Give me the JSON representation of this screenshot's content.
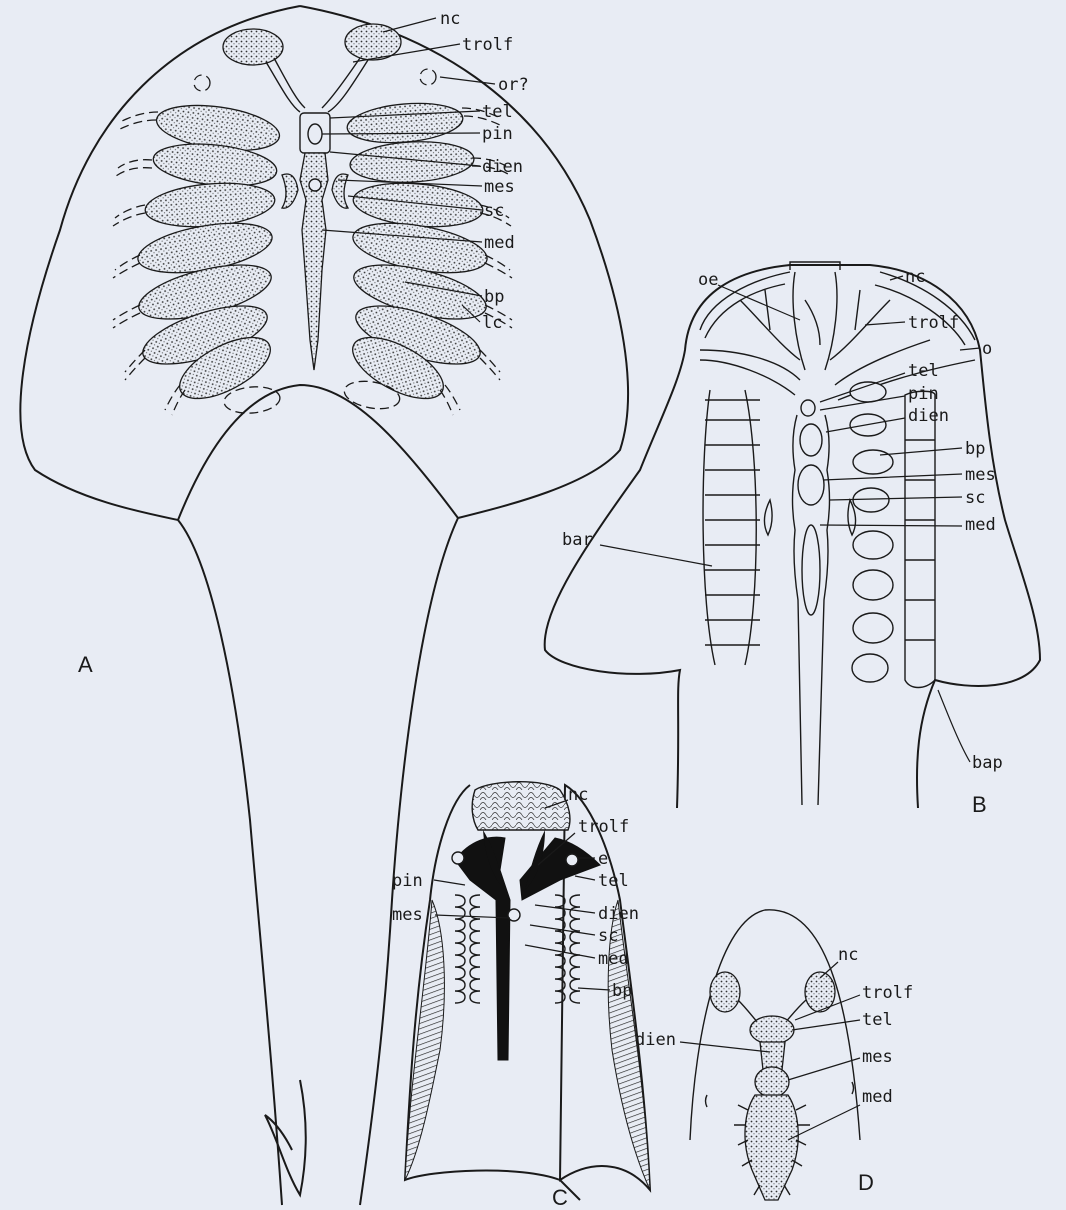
{
  "panels": {
    "A": {
      "letter": "A",
      "labels": [
        "nc",
        "trolf",
        "or?",
        "tel",
        "pin",
        "dien",
        "mes",
        "sc",
        "med",
        "bp",
        "lc"
      ]
    },
    "B": {
      "letter": "B",
      "labels": [
        "oe",
        "nc",
        "trolf",
        "o",
        "tel",
        "pin",
        "dien",
        "bp",
        "mes",
        "sc",
        "med",
        "bar",
        "bap"
      ]
    },
    "C": {
      "letter": "C",
      "labels": [
        "nc",
        "trolf",
        "e",
        "pin",
        "tel",
        "mes",
        "dien",
        "sc",
        "med",
        "bp"
      ]
    },
    "D": {
      "letter": "D",
      "labels": [
        "nc",
        "trolf",
        "tel",
        "dien",
        "mes",
        "med"
      ]
    }
  }
}
